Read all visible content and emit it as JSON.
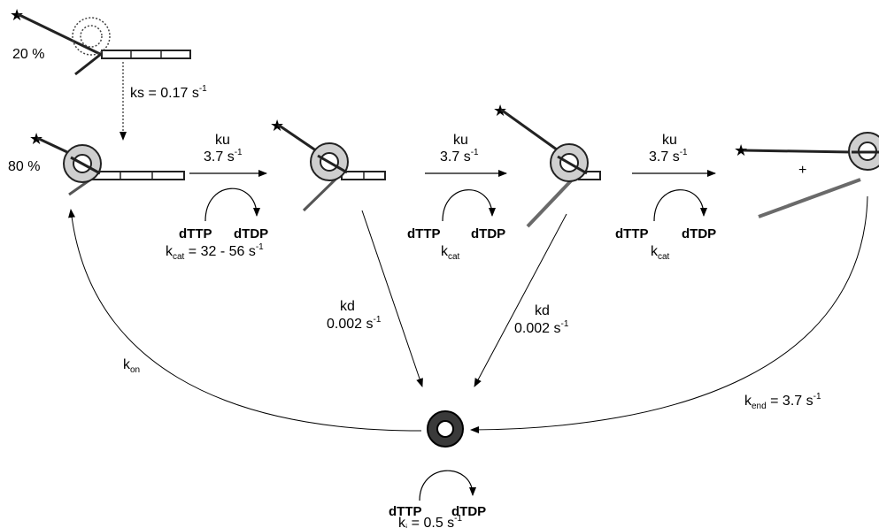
{
  "percent_unbound": "20 %",
  "percent_bound": "80 %",
  "ks": {
    "label": "ks = 0.17 s",
    "exp": "-1"
  },
  "steps": [
    {
      "rate_name": "ku",
      "rate_value": "3.7 s",
      "rate_exp": "-1",
      "substrate": "dTTP",
      "product": "dTDP",
      "kcat_k": "k",
      "kcat_sub": "cat",
      "kcat_value": " = 32 - 56 s",
      "kcat_exp": "-1"
    },
    {
      "rate_name": "ku",
      "rate_value": "3.7 s",
      "rate_exp": "-1",
      "substrate": "dTTP",
      "product": "dTDP",
      "kcat_k": "k",
      "kcat_sub": "cat"
    },
    {
      "rate_name": "ku",
      "rate_value": "3.7 s",
      "rate_exp": "-1",
      "substrate": "dTTP",
      "product": "dTDP",
      "kcat_k": "k",
      "kcat_sub": "cat"
    }
  ],
  "plus": "+",
  "kd": [
    {
      "name": "kd",
      "value": "0.002 s",
      "exp": "-1"
    },
    {
      "name": "kd",
      "value": "0.002 s",
      "exp": "-1"
    }
  ],
  "kon": {
    "k": "k",
    "sub": "on"
  },
  "kend": {
    "k": "k",
    "sub": "end",
    "value": " = 3.7 s",
    "exp": "-1"
  },
  "free_enzyme": {
    "substrate": "dTTP",
    "product": "dTDP",
    "ki_k": "k",
    "ki_sub": "i",
    "ki_value": " = 0.5 s",
    "ki_exp": "-1"
  },
  "colors": {
    "ring_fill": "#cfcfcf",
    "free_ring_fill": "#3a3a3a",
    "strand": "#222222",
    "grey_strand": "#6a6a6a"
  }
}
